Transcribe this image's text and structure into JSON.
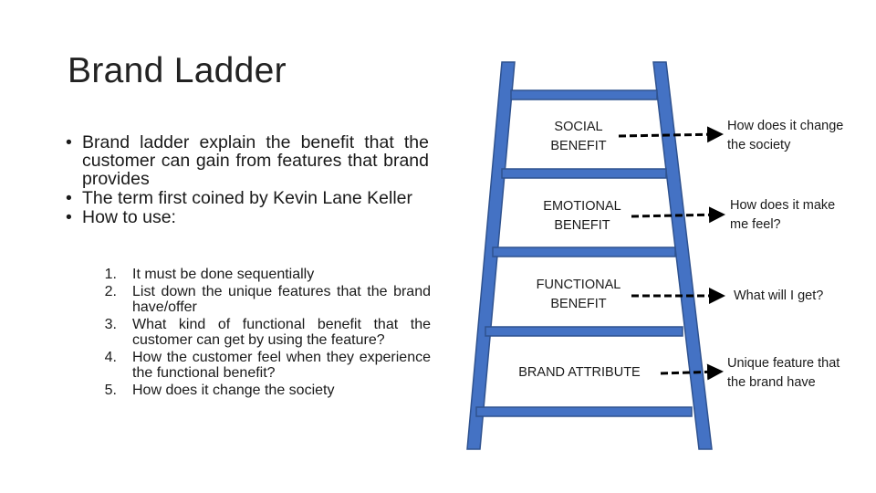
{
  "slide": {
    "title": "Brand Ladder",
    "bullets": [
      {
        "text": "Brand ladder explain the benefit that the customer can gain from features that brand provides"
      },
      {
        "text": "The term first coined by Kevin Lane Keller"
      },
      {
        "text": "How to use:"
      }
    ],
    "steps": [
      {
        "num": "1.",
        "text": "It must be done sequentially"
      },
      {
        "num": "2.",
        "text": "List down the unique features that the brand have/offer"
      },
      {
        "num": "3.",
        "text": "What kind of functional benefit that the customer can get by using the feature?"
      },
      {
        "num": "4.",
        "text": "How the customer feel when they experience the functional benefit?"
      },
      {
        "num": "5.",
        "text": "How does it change the society"
      }
    ]
  },
  "ladder": {
    "color": "#4472C4",
    "outline": "#2F528F",
    "rungs": [
      {
        "label_line1": "SOCIAL",
        "label_line2": "BENEFIT",
        "question_line1": "How does it change",
        "question_line2": "the society"
      },
      {
        "label_line1": "EMOTIONAL",
        "label_line2": "BENEFIT",
        "question_line1": "How does it make",
        "question_line2": "me feel?"
      },
      {
        "label_line1": "FUNCTIONAL",
        "label_line2": "BENEFIT",
        "question_line1": "What will I get?",
        "question_line2": ""
      },
      {
        "label_line1": "BRAND ATTRIBUTE",
        "label_line2": "",
        "question_line1": "Unique feature that",
        "question_line2": "the brand have"
      }
    ]
  }
}
